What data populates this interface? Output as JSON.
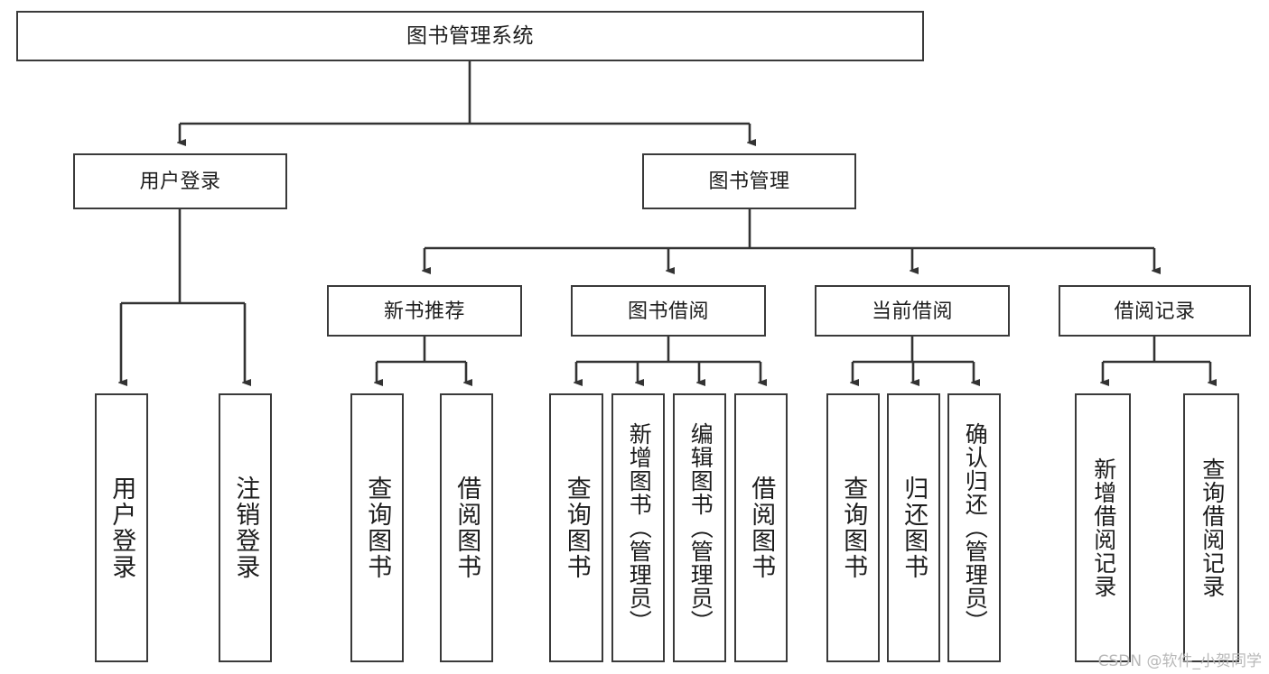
{
  "diagram": {
    "title": "图书管理系统",
    "type": "tree-hierarchy-chart",
    "orientation": "top-down",
    "colors": {
      "border": "#3a3a3a",
      "background": "#ffffff",
      "text": "#1d1d1d",
      "edge": "#333333",
      "watermark": "#b9b9b9"
    }
  },
  "watermark": {
    "text": "CSDN @软件_小贺同学"
  },
  "nodes": {
    "root": {
      "label": "图书管理系统"
    },
    "level2": [
      {
        "label": "用户登录"
      },
      {
        "label": "图书管理"
      }
    ],
    "level3": [
      {
        "label": "新书推荐"
      },
      {
        "label": "图书借阅"
      },
      {
        "label": "当前借阅"
      },
      {
        "label": "借阅记录"
      }
    ],
    "leaves": {
      "user_login": [
        {
          "label": "用户登录"
        },
        {
          "label": "注销登录"
        }
      ],
      "new_book": [
        {
          "label": "查询图书"
        },
        {
          "label": "借阅图书"
        }
      ],
      "book_borrow": [
        {
          "label": "查询图书"
        },
        {
          "label": "新增图书（管理员）"
        },
        {
          "label": "编辑图书（管理员）"
        },
        {
          "label": "借阅图书"
        }
      ],
      "current_borrow": [
        {
          "label": "查询图书"
        },
        {
          "label": "归还图书"
        },
        {
          "label": "确认归还（管理员）"
        }
      ],
      "borrow_record": [
        {
          "label": "新增借阅记录"
        },
        {
          "label": "查询借阅记录"
        }
      ]
    }
  }
}
